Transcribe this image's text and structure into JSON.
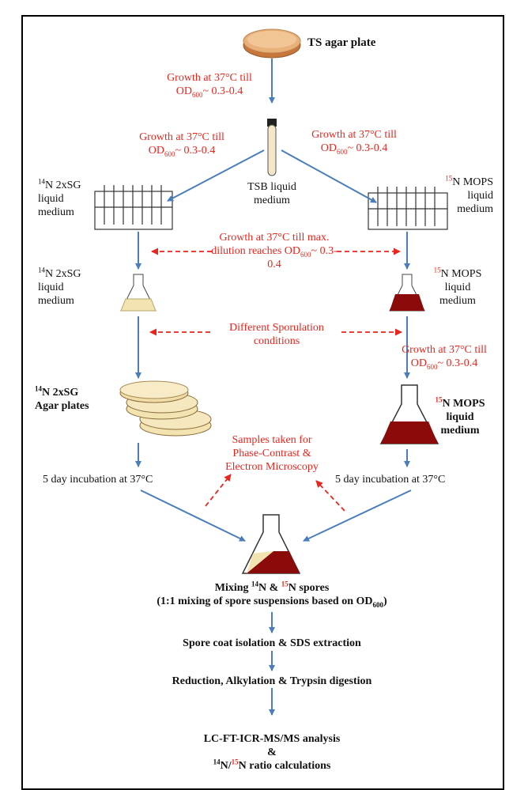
{
  "title_plate": "TS agar plate",
  "growth_1": {
    "line1": "Growth at 37°C till",
    "od": "OD",
    "sub": "600",
    "val": "~ 0.3-0.4"
  },
  "growth_left": {
    "line1": "Growth at 37°C till",
    "od": "OD",
    "sub": "600",
    "val": "~ 0.3-0.4"
  },
  "growth_right": {
    "line1": "Growth at 37°C till",
    "od": "OD",
    "sub": "600",
    "val": "~ 0.3-0.4"
  },
  "tsb": {
    "line1": "TSB liquid",
    "line2": "medium"
  },
  "left_rack": {
    "sup": "14",
    "line1": "N 2xSG",
    "line2": "liquid",
    "line3": "medium"
  },
  "right_rack": {
    "sup": "15",
    "line1": "N MOPS",
    "line2": "liquid",
    "line3": "medium"
  },
  "max_dilution": {
    "line1": "Growth at 37°C till  max.",
    "line2a": "dilution reaches OD",
    "sub": "600",
    "line2b": "~ 0.3-",
    "line3": "0.4"
  },
  "left_flask": {
    "sup": "14",
    "line1": "N 2xSG",
    "line2": "liquid",
    "line3": "medium"
  },
  "right_flask": {
    "sup": "15",
    "line1": "N MOPS",
    "line2": "liquid",
    "line3": "medium"
  },
  "sporulation": {
    "line1": "Different Sporulation",
    "line2": "conditions"
  },
  "growth_right2": {
    "line1": "Growth at 37°C till",
    "od": "OD",
    "sub": "600",
    "val": "~ 0.3-0.4"
  },
  "agar_plates": {
    "sup": "14",
    "line1": "N 2xSG",
    "line2": "Agar plates"
  },
  "mops_big": {
    "sup": "15",
    "line1": "N MOPS",
    "line2": "liquid",
    "line3": "medium"
  },
  "samples": {
    "line1": "Samples taken for",
    "line2": "Phase-Contrast &",
    "line3": "Electron Microscopy"
  },
  "incub_left": "5 day incubation  at 37°C",
  "incub_right": "5 day incubation  at 37°C",
  "mixing": {
    "a": "Mixing ",
    "sup1": "14",
    "b": "N & ",
    "sup2": "15",
    "c": "N spores",
    "line2a": "(1:1 mixing of spore suspensions based on OD",
    "sub": "600",
    "line2b": ")"
  },
  "step_coat": "Spore coat isolation & SDS extraction",
  "step_reduction": "Reduction, Alkylation & Trypsin digestion",
  "final": {
    "line1": "LC-FT-ICR-MS/MS analysis",
    "line2": "&",
    "sup1": "14",
    "mid": "N/",
    "sup2": "15",
    "end": "N ratio calculations"
  },
  "colors": {
    "arrow_blue": "#4a7ebb",
    "red_text": "#e8261e",
    "dark_red": "#8b0a0a",
    "cream": "#f3e3b0",
    "plate_orange": "#e4a064"
  }
}
